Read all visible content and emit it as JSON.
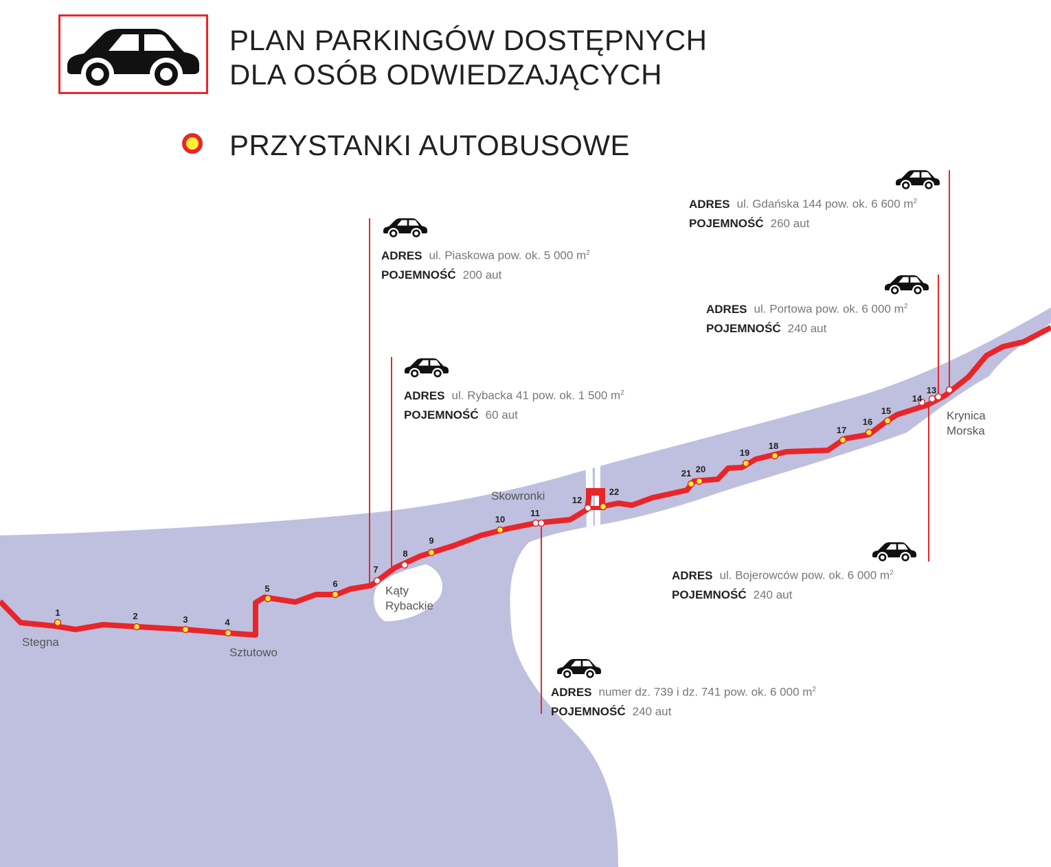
{
  "header": {
    "title_line1": "PLAN PARKINGÓW DOSTĘPNYCH",
    "title_line2": "DLA OSÓB ODWIEDZAJĄCYCH",
    "legend_label": "PRZYSTANKI AUTOBUSOWE",
    "car_icon": "car-icon"
  },
  "colors": {
    "route": "#e8262a",
    "stop_fill": "#ffee33",
    "water": "#bfc0df",
    "text": "#231f20"
  },
  "places": [
    {
      "name": "Stegna"
    },
    {
      "name": "Sztutowo"
    },
    {
      "name": "Kąty",
      "name2": "Rybackie"
    },
    {
      "name": "Skowronki"
    },
    {
      "name": "Krynica",
      "name2": "Morska"
    }
  ],
  "stops": [
    "1",
    "2",
    "3",
    "4",
    "5",
    "6",
    "7",
    "8",
    "9",
    "10",
    "11",
    "12",
    "13",
    "14",
    "15",
    "16",
    "17",
    "18",
    "19",
    "20",
    "21",
    "22"
  ],
  "parkings": [
    {
      "adres_label": "ADRES",
      "adres": "ul. Gdańska 144 pow. ok. 6 600 m",
      "cap_label": "POJEMNOŚĆ",
      "cap": "260 aut"
    },
    {
      "adres_label": "ADRES",
      "adres": "ul. Piaskowa pow. ok. 5 000 m",
      "cap_label": "POJEMNOŚĆ",
      "cap": "200 aut"
    },
    {
      "adres_label": "ADRES",
      "adres": "ul. Portowa pow. ok. 6 000 m",
      "cap_label": "POJEMNOŚĆ",
      "cap": "240 aut"
    },
    {
      "adres_label": "ADRES",
      "adres": "ul. Rybacka 41 pow. ok. 1 500 m",
      "cap_label": "POJEMNOŚĆ",
      "cap": "60 aut"
    },
    {
      "adres_label": "ADRES",
      "adres": "ul. Bojerowców pow. ok. 6 000 m",
      "cap_label": "POJEMNOŚĆ",
      "cap": "240 aut"
    },
    {
      "adres_label": "ADRES",
      "adres": "numer dz. 739 i dz. 741 pow. ok. 6 000 m",
      "cap_label": "POJEMNOŚĆ",
      "cap": "240 aut"
    }
  ],
  "area_unit_sup": "2"
}
